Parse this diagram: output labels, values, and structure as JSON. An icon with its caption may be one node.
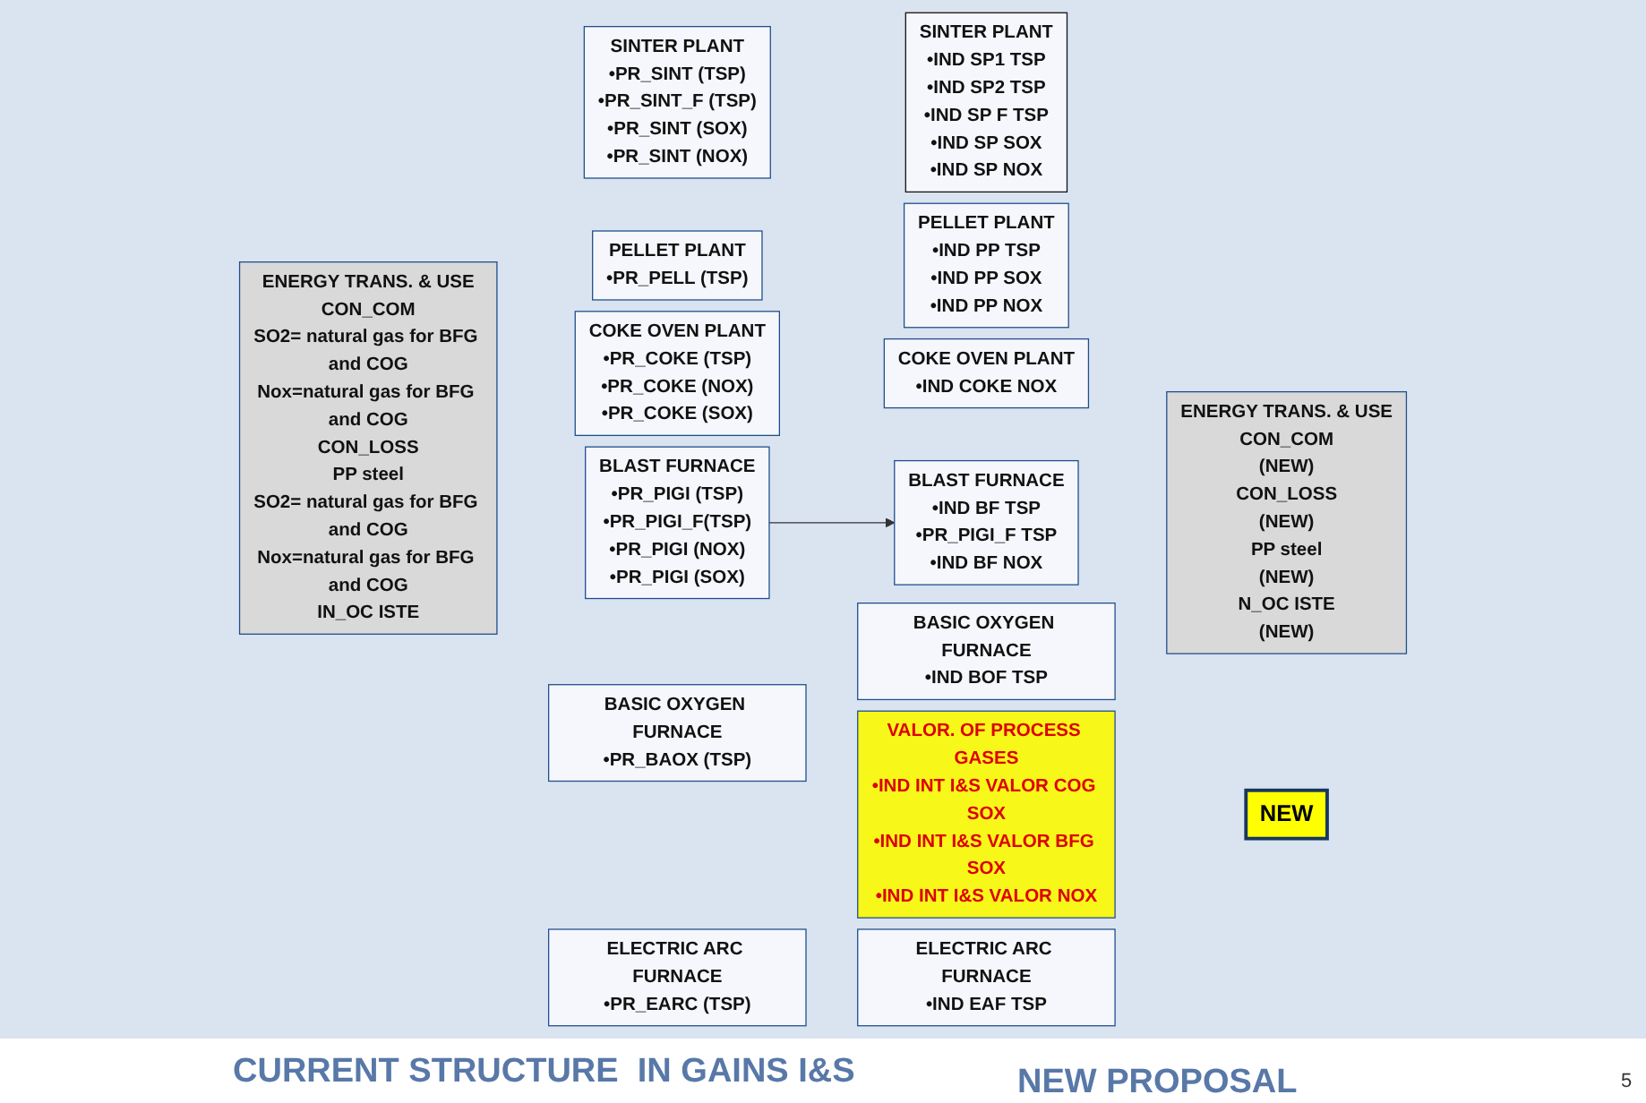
{
  "diagram": {
    "nodes": [
      {
        "text": [
          "ENERGY TRANS. & USE",
          "CON_COM",
          "SO2= natural gas for BFG and COG",
          "Nox=natural gas for BFG and COG",
          "CON_LOSS",
          "PP steel",
          "SO2= natural gas for BFG and COG",
          "Nox=natural gas for BFG and COG",
          "IN_OC ISTE"
        ]
      },
      {
        "text": [
          "SINTER PLANT",
          "•PR_SINT (TSP)",
          "•PR_SINT_F (TSP)",
          "•PR_SINT (SOX)",
          "•PR_SINT (NOX)"
        ]
      },
      {
        "text": [
          "PELLET PLANT",
          "•PR_PELL (TSP)"
        ]
      },
      {
        "text": [
          "COKE OVEN PLANT",
          "•PR_COKE (TSP)",
          "•PR_COKE (NOX)",
          "•PR_COKE (SOX)"
        ]
      },
      {
        "text": [
          "BLAST FURNACE",
          "•PR_PIGI (TSP)",
          "•PR_PIGI_F(TSP)",
          "•PR_PIGI (NOX)",
          "•PR_PIGI (SOX)"
        ]
      },
      {
        "text": [
          "BASIC OXYGEN FURNACE",
          "•PR_BAOX (TSP)"
        ]
      },
      {
        "text": [
          "ELECTRIC ARC FURNACE",
          "•PR_EARC (TSP)"
        ]
      },
      {
        "text": [
          "SINTER PLANT",
          "•IND SP1 TSP",
          "•IND SP2 TSP",
          "•IND SP F TSP",
          "•IND SP SOX",
          "•IND SP NOX"
        ]
      },
      {
        "text": [
          "PELLET PLANT",
          "•IND PP TSP",
          "•IND PP SOX",
          "•IND PP NOX"
        ]
      },
      {
        "text": [
          "COKE OVEN PLANT",
          "•IND COKE NOX"
        ]
      },
      {
        "text": [
          "BLAST FURNACE",
          "•IND BF TSP",
          "•PR_PIGI_F TSP",
          "•IND BF NOX"
        ]
      },
      {
        "text": [
          "BASIC OXYGEN FURNACE",
          "•IND BOF TSP"
        ]
      },
      {
        "text": [
          "VALOR. OF PROCESS GASES",
          "•IND INT I&S VALOR COG SOX",
          "•IND INT I&S VALOR BFG SOX",
          "•IND INT I&S VALOR NOX"
        ]
      },
      {
        "text": [
          "ELECTRIC ARC FURNACE",
          "•IND EAF TSP"
        ]
      },
      {
        "text": [
          "ENERGY TRANS. & USE",
          "CON_COM",
          "(NEW)",
          "CON_LOSS",
          "(NEW)",
          "PP steel",
          "(NEW)",
          "N_OC ISTE",
          "(NEW)"
        ]
      },
      {
        "text": [
          "NEW"
        ]
      }
    ],
    "edges": [
      {
        "from": 4,
        "to": 10,
        "arrow": "to"
      }
    ],
    "labels": [
      "CURRENT STRUCTURE  IN GAINS I&S",
      "NEW PROPOSAL",
      "5"
    ]
  }
}
